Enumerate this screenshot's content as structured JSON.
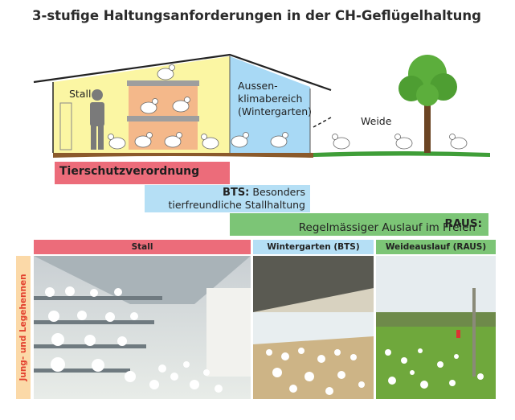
{
  "title": "3-stufige Haltungsanforderungen in der CH-Geflügelhaltung",
  "diagram": {
    "zones": {
      "stall": "Stall",
      "aussen_line1": "Aussen-",
      "aussen_line2": "klimabereich",
      "aussen_line3": "(Wintergarten)",
      "weide": "Weide"
    },
    "bars": {
      "tierschutz": "Tierschutzverordnung",
      "bts_abbr": "BTS:",
      "bts_text1": "Besonders",
      "bts_text2": "tierfreundliche Stallhaltung",
      "raus_abbr": "RAUS:",
      "raus_text": "Regelmässiger Auslauf im Freien"
    },
    "colors": {
      "tierschutz": "#ec6c7a",
      "bts": "#b5dff5",
      "raus": "#7cc576",
      "stall_fill": "#fbf6a3",
      "wintergarten_fill": "#a8d9f5"
    }
  },
  "photos": {
    "headers": {
      "stall": "Stall",
      "wintergarten": "Wintergarten (BTS)",
      "weide": "Weideauslauf (RAUS)"
    },
    "side_label": "Jung- und Legehennen"
  }
}
